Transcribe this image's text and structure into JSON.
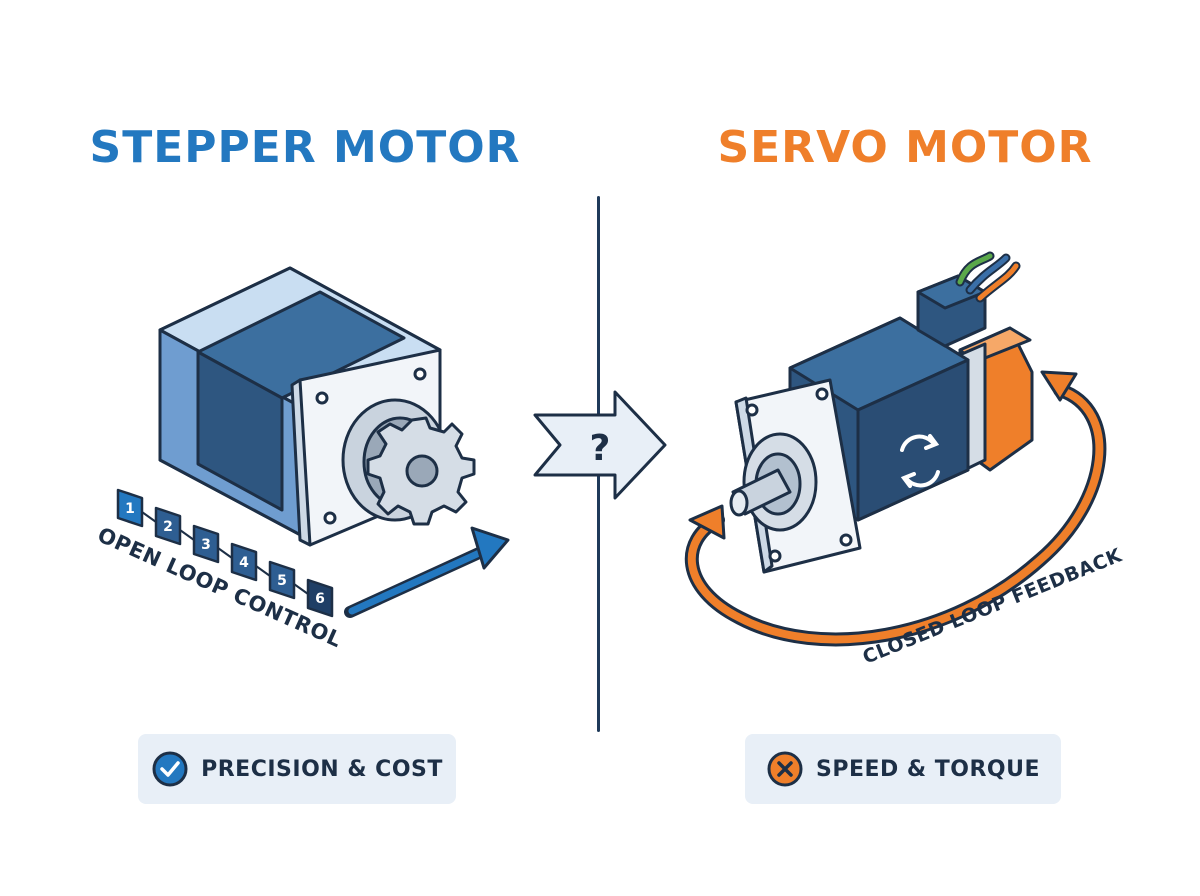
{
  "stepper": {
    "title": "STEPPER MOTOR",
    "control_label": "OPEN LOOP CONTROL",
    "steps": [
      "1",
      "2",
      "3",
      "4",
      "5",
      "6"
    ],
    "badge": {
      "label": "PRECISION & COST",
      "icon": "check-circle-icon"
    }
  },
  "comparison": {
    "symbol": "?",
    "icon": "double-arrow-icon"
  },
  "servo": {
    "title": "SERVO MOTOR",
    "feedback_label": "CLOSED LOOP FEEDBACK",
    "badge": {
      "label": "SPEED & TORQUE",
      "icon": "x-circle-icon"
    }
  },
  "colors": {
    "stepper_accent": "#2378c0",
    "servo_accent": "#ef7f2a",
    "outline": "#1d2f46",
    "badge_bg": "#e8eff7"
  }
}
